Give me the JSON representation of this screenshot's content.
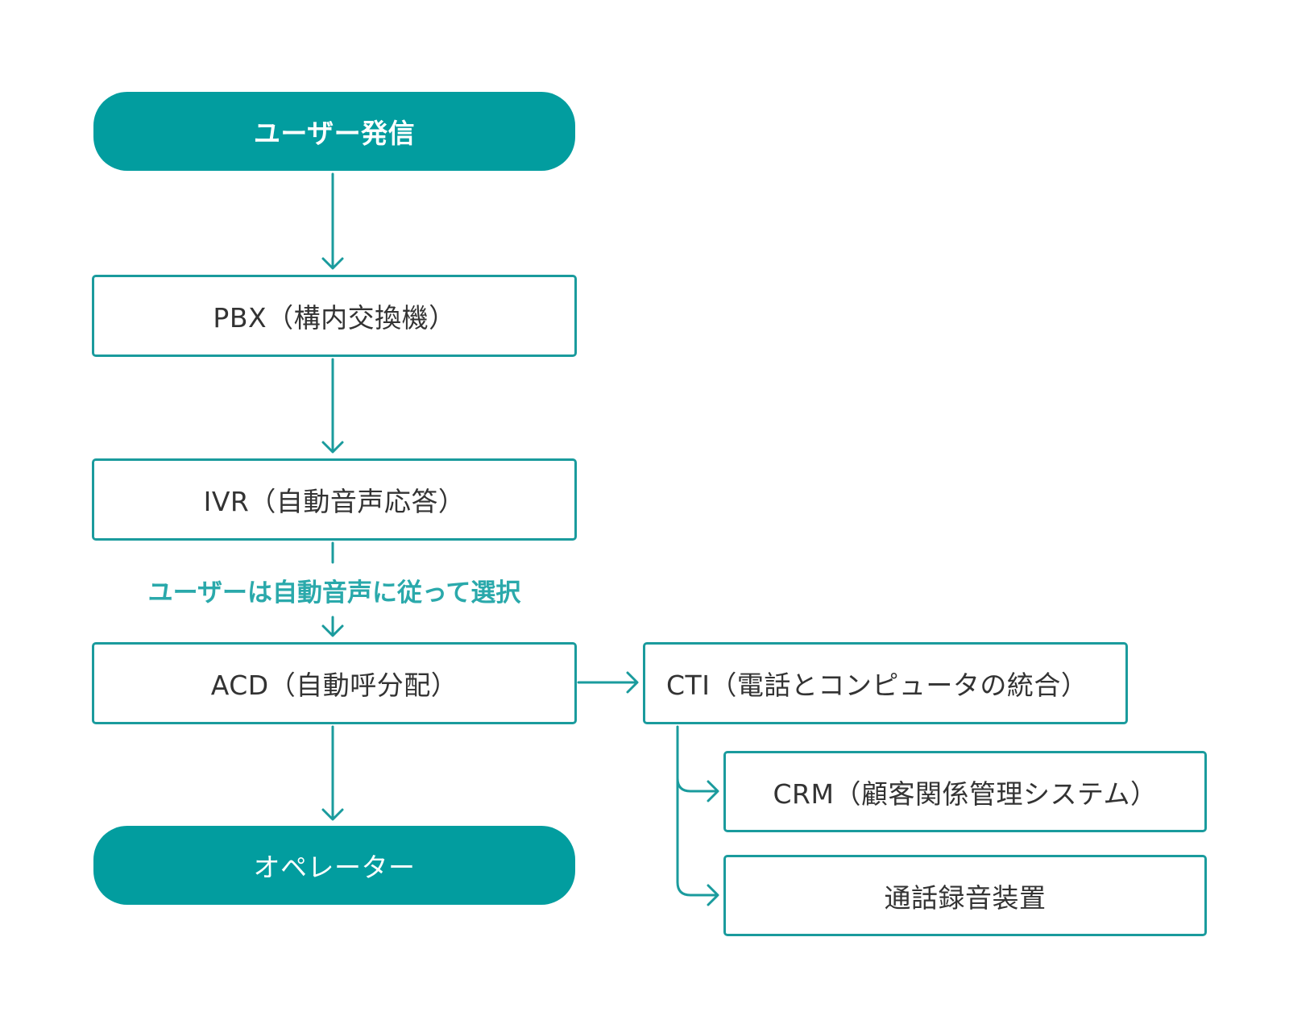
{
  "nodes": {
    "user_call": "ユーザー発信",
    "pbx": "PBX（構内交換機）",
    "ivr": "IVR（自動音声応答）",
    "acd": "ACD（自動呼分配）",
    "operator": "オペレーター",
    "cti": "CTI（電話とコンピュータの統合）",
    "crm": "CRM（顧客関係管理システム）",
    "recorder": "通話録音装置"
  },
  "edge_labels": {
    "ivr_to_acd": "ユーザーは自動音声に従って選択"
  },
  "colors": {
    "teal_fill": "#029d9f",
    "teal_stroke": "#1a9b9d",
    "label_text": "#2aa9ab",
    "box_text": "#333333"
  }
}
